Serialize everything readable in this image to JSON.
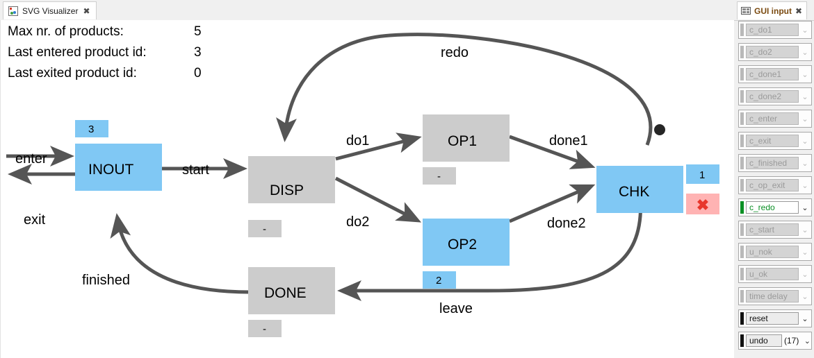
{
  "window": {
    "left_tab": {
      "label": "SVG Visualizer",
      "icon": "svg-image-icon",
      "close": "✖"
    },
    "right_tab": {
      "label": "GUI input",
      "icon": "grid-icon",
      "close": "✖"
    }
  },
  "info_panel": [
    {
      "label": "Max nr. of products:",
      "value": "5"
    },
    {
      "label": "Last entered product id:",
      "value": "3"
    },
    {
      "label": "Last exited product id:",
      "value": "0"
    }
  ],
  "diagram": {
    "colors": {
      "active_fill": "#80c8f4",
      "idle_fill": "#cccccc",
      "edge": "#555555",
      "error_fill": "#ffb3b3",
      "error_mark": "#e8372c"
    },
    "nodes": [
      {
        "id": "INOUT",
        "label": "INOUT",
        "state": "active",
        "badge": "3",
        "badge_state": "active"
      },
      {
        "id": "DISP",
        "label": "DISP",
        "state": "idle",
        "badge": "-",
        "badge_state": "idle"
      },
      {
        "id": "OP1",
        "label": "OP1",
        "state": "idle",
        "badge": "-",
        "badge_state": "idle"
      },
      {
        "id": "OP2",
        "label": "OP2",
        "state": "active",
        "badge": "2",
        "badge_state": "active"
      },
      {
        "id": "CHK",
        "label": "CHK",
        "state": "active",
        "badge": "1",
        "badge_state": "active",
        "error_badge": "✖",
        "sensor_icon": "signal-sensor-icon"
      },
      {
        "id": "DONE",
        "label": "DONE",
        "state": "idle",
        "badge": "-",
        "badge_state": "idle"
      }
    ],
    "edges": [
      {
        "id": "enter",
        "label": "enter"
      },
      {
        "id": "exit",
        "label": "exit"
      },
      {
        "id": "start",
        "label": "start"
      },
      {
        "id": "do1",
        "label": "do1"
      },
      {
        "id": "do2",
        "label": "do2"
      },
      {
        "id": "done1",
        "label": "done1"
      },
      {
        "id": "done2",
        "label": "done2"
      },
      {
        "id": "redo",
        "label": "redo"
      },
      {
        "id": "leave",
        "label": "leave"
      },
      {
        "id": "finished",
        "label": "finished"
      }
    ]
  },
  "gui_input": {
    "items": [
      {
        "label": "c_do1",
        "state": "disabled"
      },
      {
        "label": "c_do2",
        "state": "disabled"
      },
      {
        "label": "c_done1",
        "state": "disabled"
      },
      {
        "label": "c_done2",
        "state": "disabled"
      },
      {
        "label": "c_enter",
        "state": "disabled"
      },
      {
        "label": "c_exit",
        "state": "disabled"
      },
      {
        "label": "c_finished",
        "state": "disabled"
      },
      {
        "label": "c_op_exit",
        "state": "disabled"
      },
      {
        "label": "c_redo",
        "state": "enabled"
      },
      {
        "label": "c_start",
        "state": "disabled"
      },
      {
        "label": "u_nok",
        "state": "disabled"
      },
      {
        "label": "u_ok",
        "state": "disabled"
      },
      {
        "label": "time delay",
        "state": "disabled"
      },
      {
        "label": "reset",
        "state": "action"
      },
      {
        "label": "undo",
        "state": "action",
        "count": "(17)"
      }
    ],
    "chevron": "⌄"
  }
}
